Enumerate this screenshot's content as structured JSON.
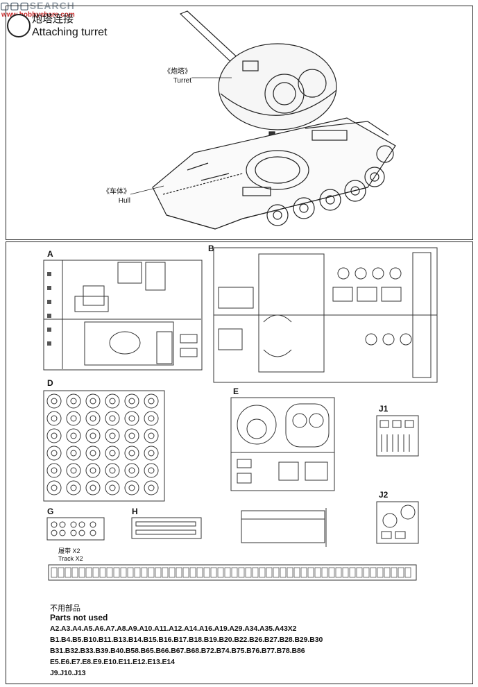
{
  "watermark": {
    "site": "SEARCH",
    "sub": "www.hobbyshare.com"
  },
  "step": {
    "title_cn": "炮塔连接",
    "title_en": "Attaching turret"
  },
  "callouts": {
    "turret_cn": "《炮塔》",
    "turret_en": "Turret",
    "hull_cn": "《车体》",
    "hull_en": "Hull"
  },
  "sprues": [
    {
      "id": "A",
      "label": "A"
    },
    {
      "id": "B",
      "label": "B"
    },
    {
      "id": "D",
      "label": "D"
    },
    {
      "id": "E",
      "label": "E"
    },
    {
      "id": "J1",
      "label": "J1"
    },
    {
      "id": "G",
      "label": "G"
    },
    {
      "id": "H",
      "label": "H"
    },
    {
      "id": "J2",
      "label": "J2"
    }
  ],
  "track": {
    "label_cn": "履带 X2",
    "label_en": "Track X2"
  },
  "parts_not_used": {
    "title_cn": "不用部品",
    "title_en": "Parts not used",
    "lines": [
      "A2.A3.A4.A5.A6.A7.A8.A9.A10.A11.A12.A14.A16.A19.A29.A34.A35.A43X2",
      "B1.B4.B5.B10.B11.B13.B14.B15.B16.B17.B18.B19.B20.B22.B26.B27.B28.B29.B30",
      "B31.B32.B33.B39.B40.B58.B65.B66.B67.B68.B72.B74.B75.B76.B77.B78.B86",
      "E5.E6.E7.E8.E9.E10.E11.E12.E13.E14",
      "J9.J10.J13"
    ]
  }
}
